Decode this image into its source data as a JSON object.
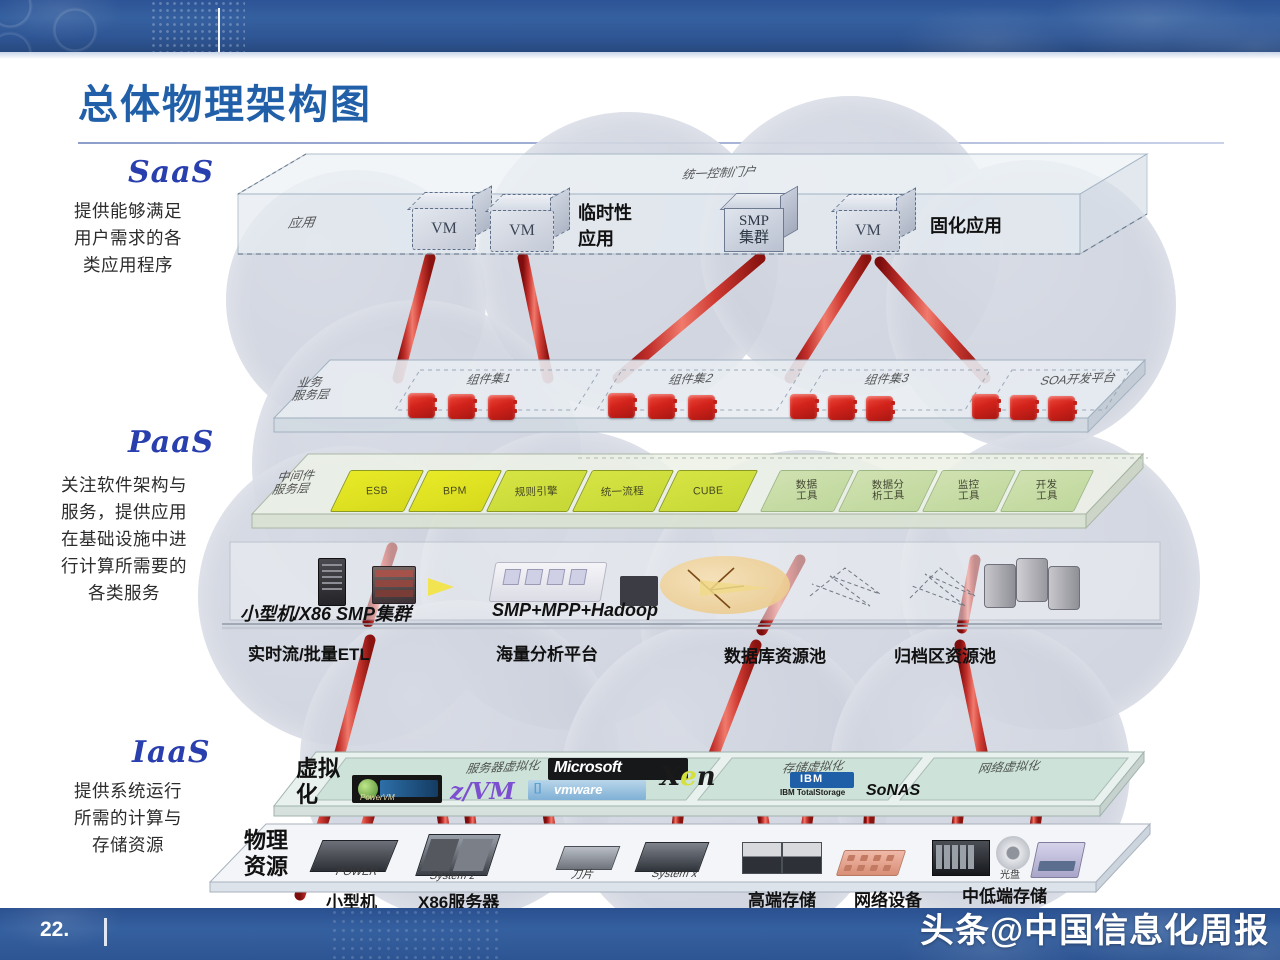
{
  "slide": {
    "title": "总体物理架构图",
    "page_number": "22.",
    "watermark": "头条@中国信息化周报"
  },
  "layers": [
    {
      "name": "SaaS",
      "description": "提供能够满足\n用户需求的各\n类应用程序"
    },
    {
      "name": "PaaS",
      "description": "关注软件架构与\n服务，提供应用\n在基础设施中进\n行计算所需要的\n各类服务"
    },
    {
      "name": "IaaS",
      "description": "提供系统运行\n所需的计算与\n存储资源"
    }
  ],
  "saas_layer": {
    "portal_label": "统一控制门户",
    "plane_label": "应用",
    "items": [
      {
        "type": "vm",
        "label": "VM"
      },
      {
        "type": "vm",
        "label": "VM"
      },
      {
        "type": "smp",
        "label_top": "SMP",
        "label_bottom": "集群"
      },
      {
        "type": "vm",
        "label": "VM"
      }
    ],
    "annotations": [
      {
        "text": "临时性\n应用"
      },
      {
        "text": "固化应用"
      }
    ]
  },
  "service_layer": {
    "plane_label": "业务\n服务层",
    "groups": [
      {
        "label": "组件集1",
        "chips": 3
      },
      {
        "label": "组件集2",
        "chips": 3
      },
      {
        "label": "组件集3",
        "chips": 3
      },
      {
        "label": "SOA开发平台",
        "chips": 3
      }
    ]
  },
  "middleware_layer": {
    "plane_label": "中间件\n服务层",
    "tiles": [
      {
        "label": "ESB",
        "style": "y"
      },
      {
        "label": "BPM",
        "style": "y"
      },
      {
        "label": "规则引擎",
        "style": "g"
      },
      {
        "label": "统一流程",
        "style": "g"
      },
      {
        "label": "CUBE",
        "style": "g"
      },
      {
        "label": "数据\n工具",
        "style": "p"
      },
      {
        "label": "数据分\n析工具",
        "style": "p"
      },
      {
        "label": "监控\n工具",
        "style": "p"
      },
      {
        "label": "开发\n工具",
        "style": "p"
      }
    ]
  },
  "compute_layer": {
    "pool_titles": [
      "小型机/X86 SMP集群",
      "SMP+MPP+Hadoop"
    ],
    "pool_labels": [
      "实时流/批量ETL",
      "海量分析平台",
      "数据库资源池",
      "归档区资源池"
    ]
  },
  "virtualization_layer": {
    "side_label": "虚拟\n化",
    "groups": [
      {
        "title": "服务器虚拟化",
        "products": [
          "PowerVM",
          "z/VM",
          "vmware",
          "Microsoft",
          "Xen"
        ]
      },
      {
        "title": "存储虚拟化",
        "products": [
          "IBM Total Storage",
          "SoNAS"
        ]
      },
      {
        "title": "网络虚拟化",
        "products": []
      }
    ]
  },
  "physical_layer": {
    "side_label": "物理\n资源",
    "devices": [
      {
        "name": "POWER"
      },
      {
        "name": "System z"
      },
      {
        "name": "刀片"
      },
      {
        "name": "System x"
      },
      {
        "name": "存储"
      },
      {
        "name": "网络"
      },
      {
        "name": "机柜"
      },
      {
        "name": "光盘"
      },
      {
        "name": "磁带"
      }
    ],
    "captions": [
      "小型机",
      "X86服务器",
      "高端存储",
      "网络设备",
      "中低端存储"
    ]
  },
  "colors": {
    "title_blue": "#2160a8",
    "layer_label_blue": "#2a3fae",
    "band_blue": "#35609f",
    "pipe_red": "#d2231b",
    "tile_yellow": "#e8ea27",
    "tile_green": "#cfe1b0"
  }
}
